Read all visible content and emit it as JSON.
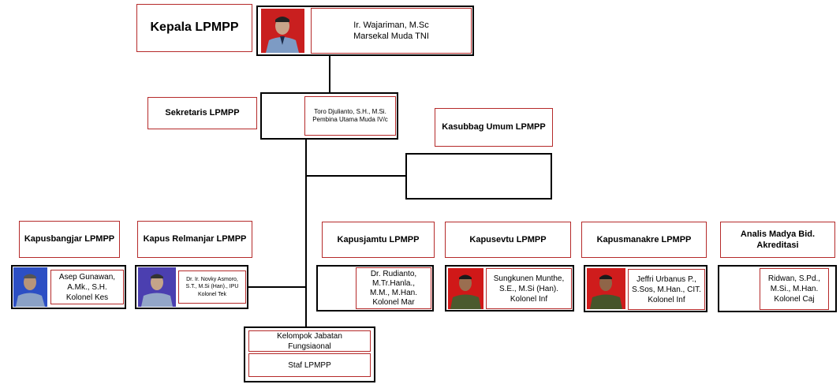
{
  "head": {
    "title": "Kepala LPMPP",
    "name": "Ir. Wajariman, M.Sc",
    "rank": "Marsekal Muda TNI"
  },
  "secretary": {
    "title": "Sekretaris LPMPP",
    "name": "Toro Djulianto, S.H., M.Si.",
    "rank": "Pembina Utama Muda IV/c"
  },
  "kasubbag": {
    "title": "Kasubbag Umum LPMPP"
  },
  "units": [
    {
      "title": "Kapusbangjar LPMPP",
      "lines": [
        "Asep Gunawan,",
        "A.Mk., S.H.",
        "Kolonel Kes"
      ]
    },
    {
      "title": "Kapus Relmanjar LPMPP",
      "lines": [
        "Dr. Ir. Novky Asmoro,",
        "S.T., M.Si (Han)., IPU",
        "Kolonel Tek"
      ]
    },
    {
      "title": "Kapusjamtu LPMPP",
      "lines": [
        "Dr. Rudianto,",
        "M.Tr.Hanla.,",
        "M.M., M.Han.",
        "Kolonel Mar"
      ]
    },
    {
      "title": "Kapusevtu LPMPP",
      "lines": [
        "Sungkunen Munthe,",
        "S.E., M.Si (Han).",
        "Kolonel Inf"
      ]
    },
    {
      "title": "Kapusmanakre LPMPP",
      "lines": [
        "Jeffri Urbanus P.,",
        "S.Sos, M.Han., CIT.",
        "Kolonel Inf"
      ]
    },
    {
      "title": "Analis Madya Bid. Akreditasi",
      "lines": [
        "Ridwan, S.Pd.,",
        "M.Si., M.Han.",
        "Kolonel Caj"
      ]
    }
  ],
  "bottom": {
    "group": "Kelompok Jabatan Fungsiaonal",
    "staff": "Staf LPMPP"
  }
}
